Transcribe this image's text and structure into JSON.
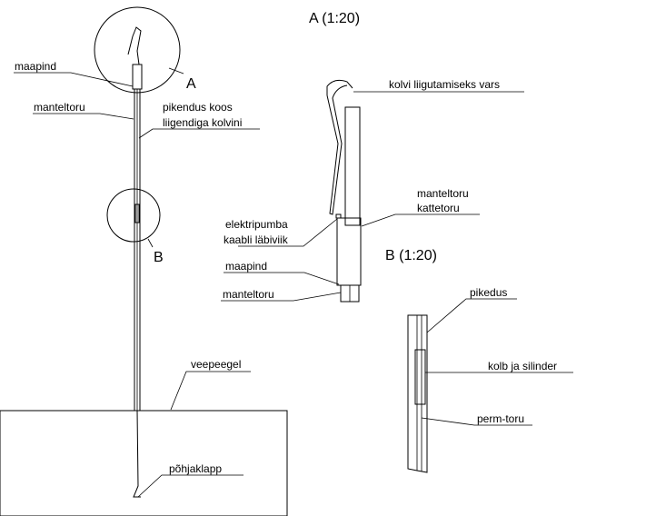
{
  "diagram": {
    "title_a": "A (1:20)",
    "title_b": "B (1:20)",
    "marker_a": "A",
    "marker_b": "B",
    "overview": {
      "maapind": "maapind",
      "manteltoru": "manteltoru",
      "pikendus_line1": "pikendus koos",
      "pikendus_line2": "liigendiga kolvini",
      "veepeegel": "veepeegel",
      "pohjaklapp": "põhjaklapp"
    },
    "detail_a": {
      "kolvi_vars": "kolvi liigutamiseks vars",
      "manteltoru_line1": "manteltoru",
      "manteltoru_line2": "kattetoru",
      "elektri_line1": "elektripumba",
      "elektri_line2": "kaabli läbiviik",
      "maapind": "maapind",
      "manteltoru": "manteltoru"
    },
    "detail_b": {
      "pikedus": "pikedus",
      "kolb": "kolb ja silinder",
      "perm": "perm-toru"
    }
  }
}
